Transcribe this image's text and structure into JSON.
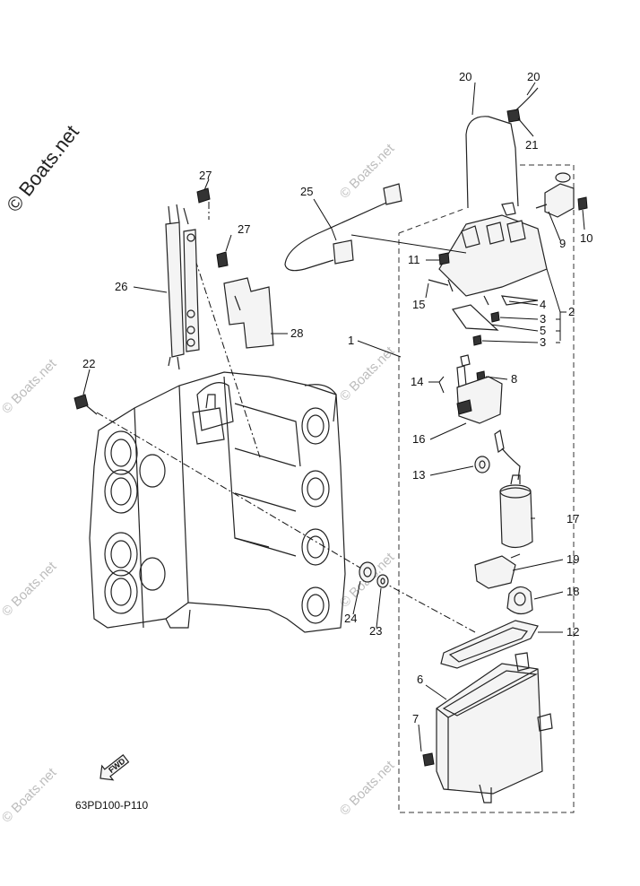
{
  "watermark": {
    "main": "© Boats.net",
    "repeat": "© Boats.net"
  },
  "diagram_code": "63PD100-P110",
  "fwd_label": "FWD",
  "callouts": {
    "c1": "1",
    "c2": "2",
    "c3a": "3",
    "c3b": "3",
    "c4": "4",
    "c5": "5",
    "c6": "6",
    "c7": "7",
    "c8": "8",
    "c9": "9",
    "c10": "10",
    "c11": "11",
    "c12": "12",
    "c13": "13",
    "c14": "14",
    "c15": "15",
    "c16": "16",
    "c17": "17",
    "c18": "18",
    "c19": "19",
    "c20a": "20",
    "c20b": "20",
    "c21": "21",
    "c22": "22",
    "c23": "23",
    "c24": "24",
    "c25": "25",
    "c26": "26",
    "c27a": "27",
    "c27b": "27",
    "c28": "28"
  }
}
